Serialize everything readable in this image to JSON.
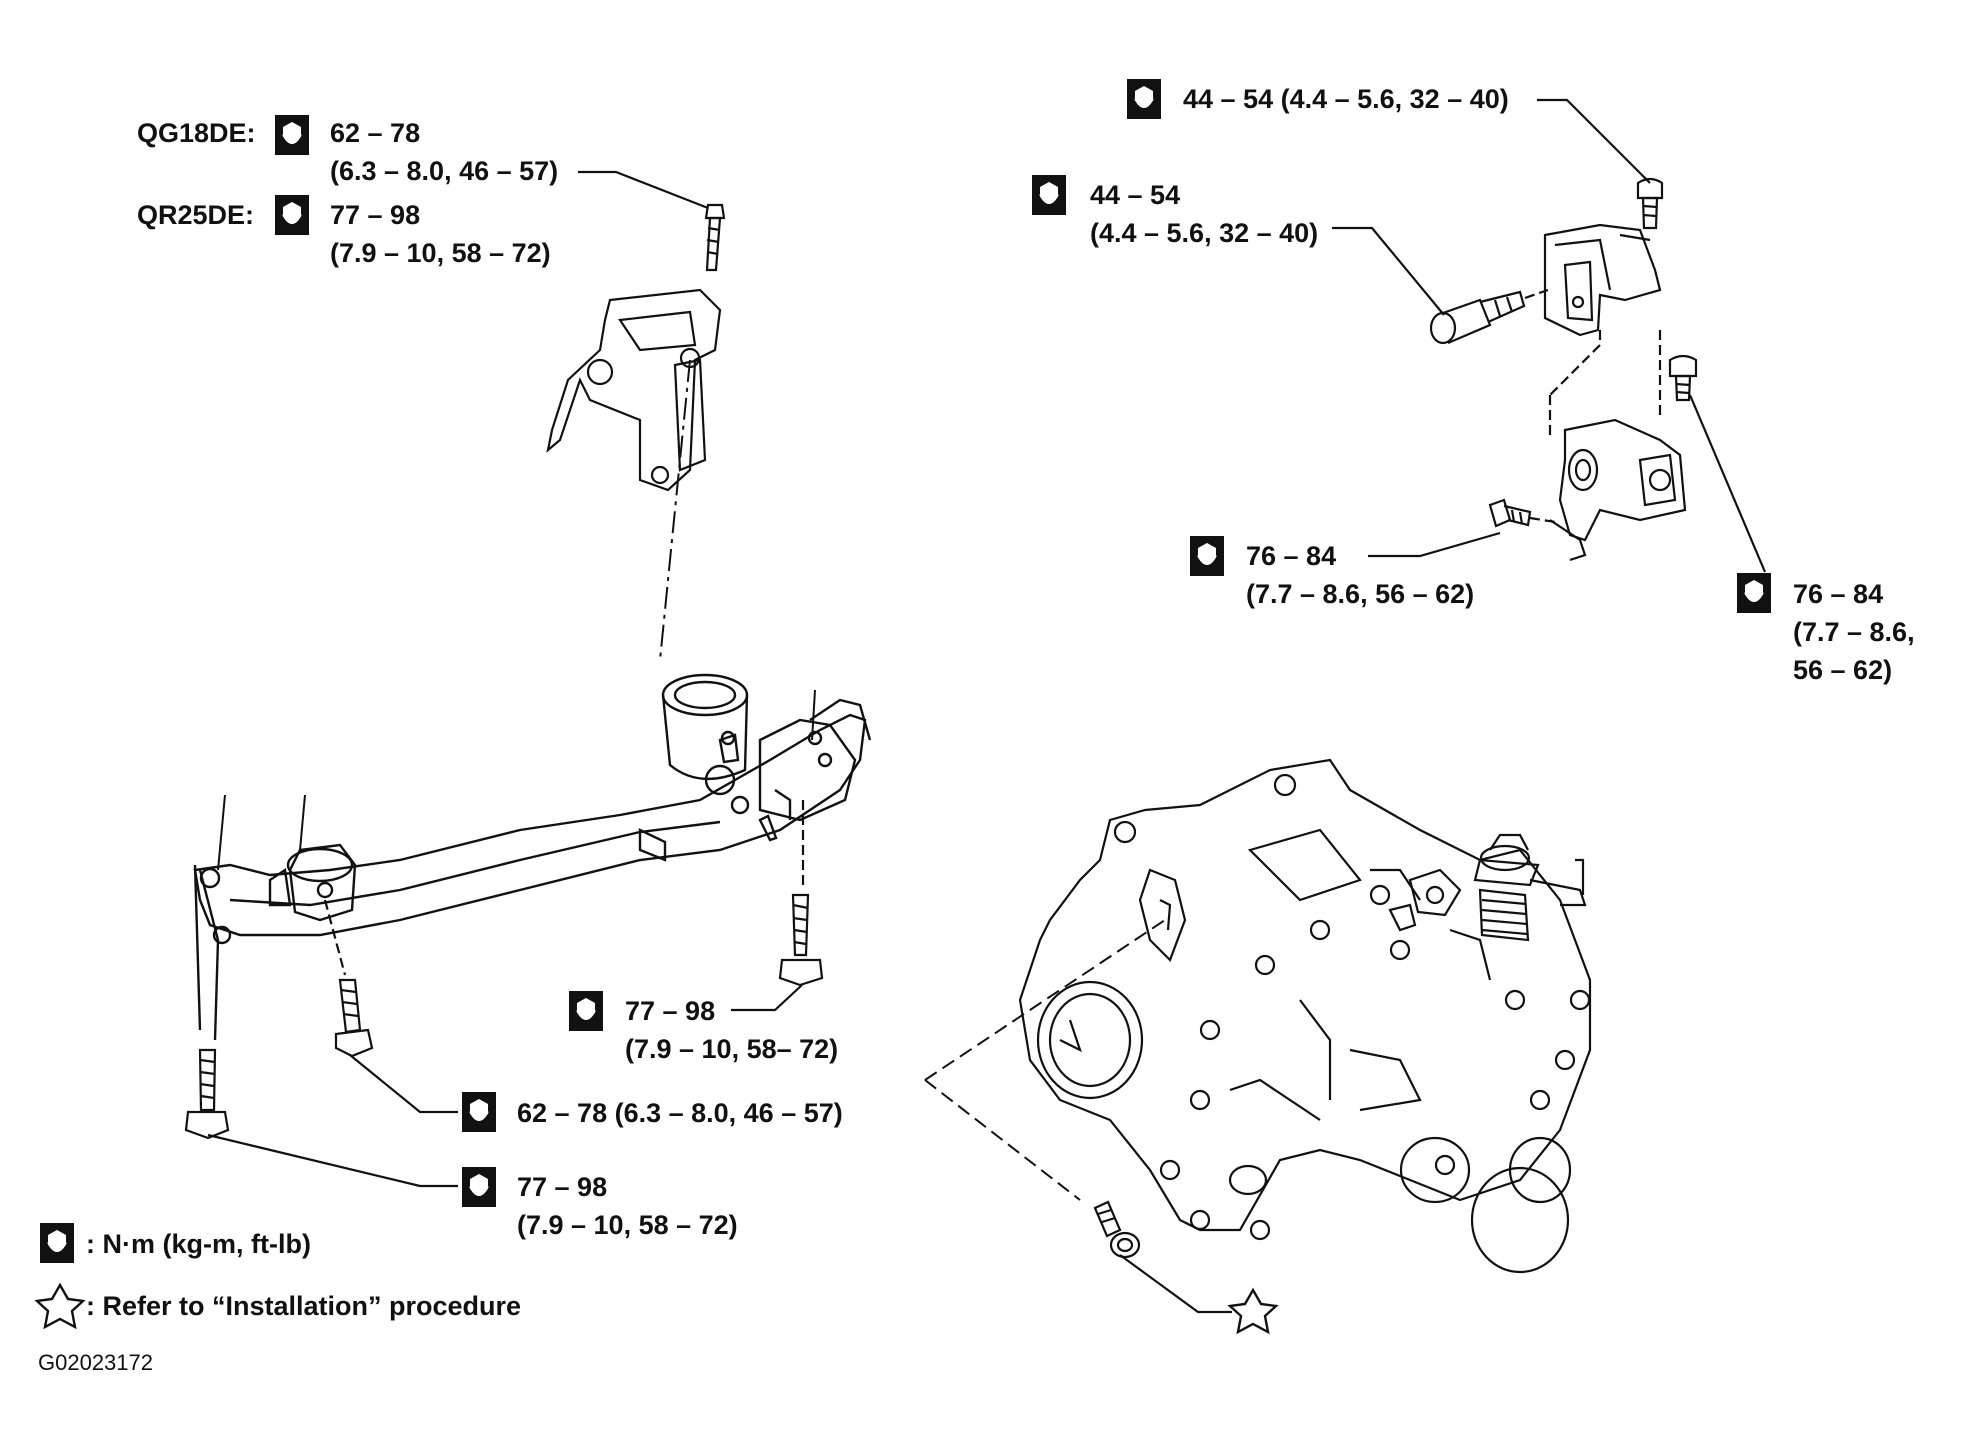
{
  "figure_id": "G02023172",
  "callouts": {
    "top_left": {
      "engine_1": "QG18DE:",
      "torque_1_line1": "62 – 78",
      "torque_1_line2": "(6.3 – 8.0, 46 – 57)",
      "engine_2": "QR25DE:",
      "torque_2_line1": "77 – 98",
      "torque_2_line2": "(7.9 – 10, 58 – 72)"
    },
    "top_right": {
      "line1": "44 – 54 (4.4 – 5.6, 32 – 40)"
    },
    "mid_right": {
      "line1": "44 – 54",
      "line2": "(4.4 – 5.6, 32 – 40)"
    },
    "mount_center": {
      "line1": "76 – 84",
      "line2": "(7.7 – 8.6, 56 – 62)"
    },
    "mount_right": {
      "line1": "76 – 84",
      "line2": "(7.7 – 8.6,",
      "line3": "56 – 62)"
    },
    "member_right_bolt": {
      "line1": "77 – 98",
      "line2": "(7.9 – 10, 58– 72)"
    },
    "member_center_bolt": {
      "line1": "62 – 78 (6.3 – 8.0, 46 – 57)"
    },
    "member_left_bolt": {
      "line1": "77 – 98",
      "line2": "(7.9 – 10, 58 – 72)"
    }
  },
  "legend": {
    "torque_units": ": N·m (kg-m, ft-lb)",
    "star_note": ": Refer to “Installation” procedure"
  },
  "icons": {
    "torque_icon": "torque-wrench-icon",
    "star_icon": "star-icon"
  },
  "colors": {
    "ink": "#111111",
    "paper": "#ffffff"
  }
}
